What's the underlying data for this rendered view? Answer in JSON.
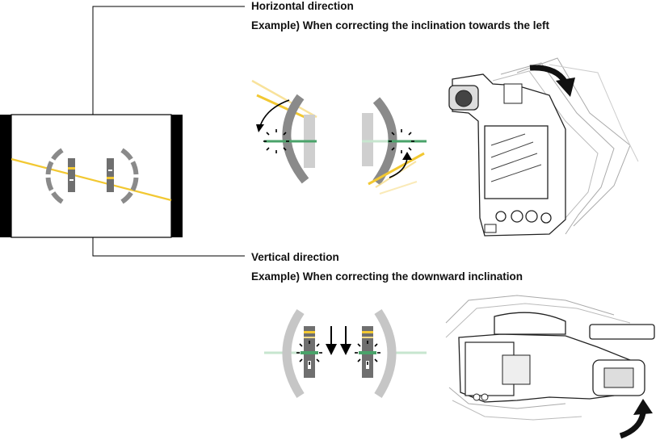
{
  "horizontal": {
    "title": "Horizontal direction",
    "example": "Example) When correcting the inclination towards the left"
  },
  "vertical": {
    "title": "Vertical direction",
    "example": "Example) When correcting the downward inclination"
  },
  "colors": {
    "level_line": "#f2c832",
    "level_mark": "#4aa36a",
    "mark_faded": "#c7e6cf",
    "arc_gray": "#8a8a8a",
    "arc_light": "#c6c6c6",
    "bar_dark": "#6f6f6f",
    "frame_black": "#000000"
  },
  "icons": {
    "camera_side": "camcorder-side-icon",
    "camera_front": "camcorder-front-icon",
    "rotate_arrow": "curved-arrow-icon"
  }
}
